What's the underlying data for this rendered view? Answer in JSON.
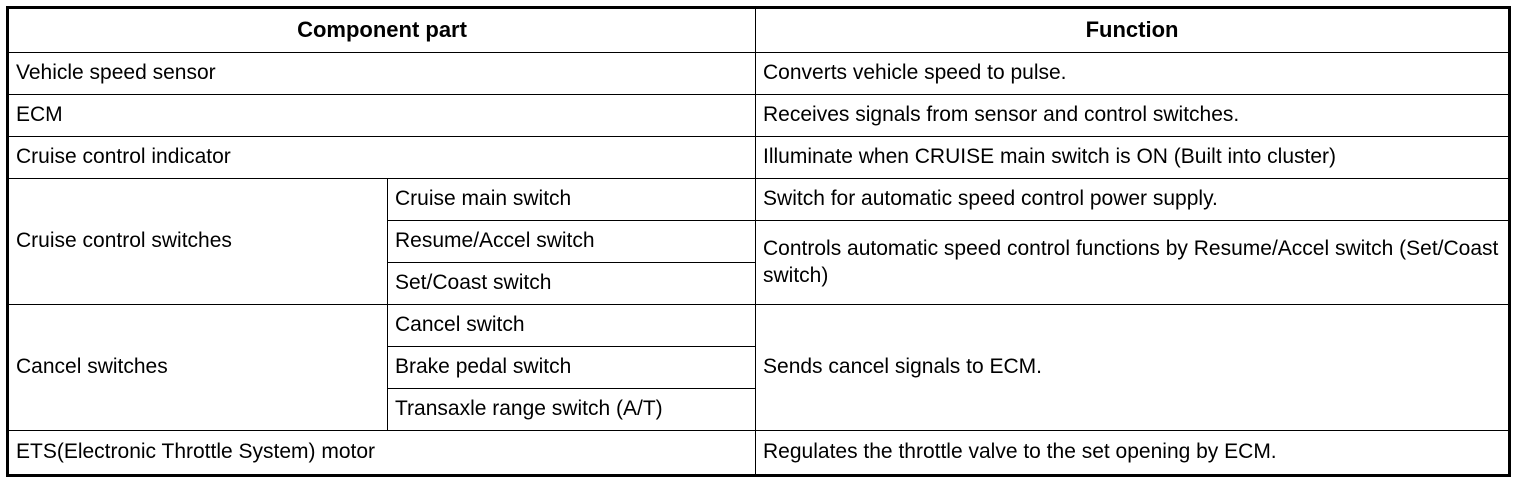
{
  "table": {
    "headers": {
      "component_part": "Component part",
      "function": "Function"
    },
    "rows": [
      {
        "part": "Vehicle speed sensor",
        "sub": null,
        "function": "Converts vehicle speed to pulse."
      },
      {
        "part": "ECM",
        "sub": null,
        "function": "Receives signals from sensor and control switches."
      },
      {
        "part": "Cruise control indicator",
        "sub": null,
        "function": "Illuminate when CRUISE main switch is ON (Built into cluster)"
      },
      {
        "part": "Cruise control switches",
        "sub": "Cruise main switch",
        "function": "Switch for automatic speed control power supply."
      },
      {
        "part": null,
        "sub": "Resume/Accel switch",
        "function": "Controls automatic speed control functions by Resume/Accel switch (Set/Coast switch)"
      },
      {
        "part": null,
        "sub": "Set/Coast switch",
        "function": null
      },
      {
        "part": "Cancel switches",
        "sub": "Cancel switch",
        "function": "Sends cancel signals to ECM."
      },
      {
        "part": null,
        "sub": "Brake pedal switch",
        "function": null
      },
      {
        "part": null,
        "sub": "Transaxle range switch (A/T)",
        "function": null
      },
      {
        "part": "ETS(Electronic Throttle System) motor",
        "sub": null,
        "function": "Regulates the throttle valve to the set opening by ECM."
      }
    ]
  }
}
